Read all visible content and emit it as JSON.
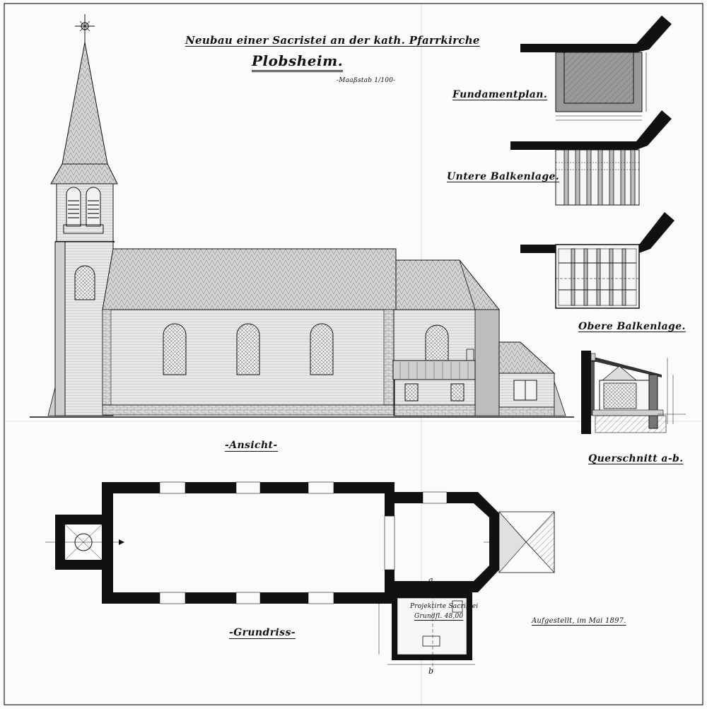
{
  "title_main": "Neubau einer Sacristei an der kath. Pfarrkirche",
  "title_place": "Plobsheim.",
  "scale": "-Maaßstab 1/100-",
  "labels": {
    "foundation_plan": "Fundamentplan.",
    "lower_beams": "Untere Balkenlage.",
    "upper_beams": "Obere Balkenlage.",
    "elevation": "-Ansicht-",
    "cross_section": "Querschnitt a-b.",
    "ground_plan": "-Grundriss-",
    "sacristy_note_1": "Projektirte Sacristei",
    "sacristy_note_2": "Grundfl. 48,00",
    "section_mark_a": "a",
    "section_mark_b": "b",
    "date_note": "Aufgestellt, im Mai 1897."
  },
  "colors": {
    "ink": "#111111",
    "paper": "#fbfbfb",
    "roof": "#d2d2d2",
    "wall": "#e6e6e6",
    "pillar": "#9a9a9a"
  }
}
